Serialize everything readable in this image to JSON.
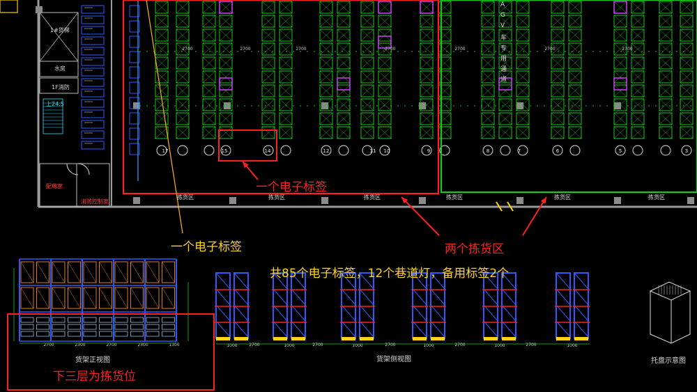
{
  "annotations": {
    "label_one_tag_red": "一个电子标签",
    "label_one_tag_yellow": "一个电子标签",
    "label_two_picking": "两个拣货区",
    "label_summary": "共85个电子标签，12个巷道灯，备用标签2个",
    "label_bottom_three": "下三层为拣货位"
  },
  "drawing": {
    "elevator": "1#货梯",
    "water_room": "水房",
    "fire_pump": "1F消防",
    "stair": "上24.5",
    "agv_lane": [
      "A",
      "G",
      "V",
      "车",
      "专",
      "用",
      "通",
      "道"
    ],
    "zone_label": "拣货区",
    "front_view": "货架正视图",
    "side_view": "货架侧视图",
    "pallet_view": "托盘示意图",
    "room_a": "配电室",
    "room_b": "消防控制室",
    "dim_aisle": "2700",
    "dim_rack": "1000",
    "dim_front": [
      "2700",
      "2300",
      "2700",
      "2300",
      "1300"
    ],
    "rack_numbers": [
      "17",
      "15",
      "14",
      "12",
      "11",
      "10",
      "9",
      "8",
      "7",
      "6",
      "5",
      "3"
    ]
  },
  "colors": {
    "red": "#ff2020",
    "yellow": "#ffd21a",
    "green": "#19c819",
    "blue": "#2b5bff",
    "magenta": "#d040ff",
    "orange": "#e07a20"
  }
}
